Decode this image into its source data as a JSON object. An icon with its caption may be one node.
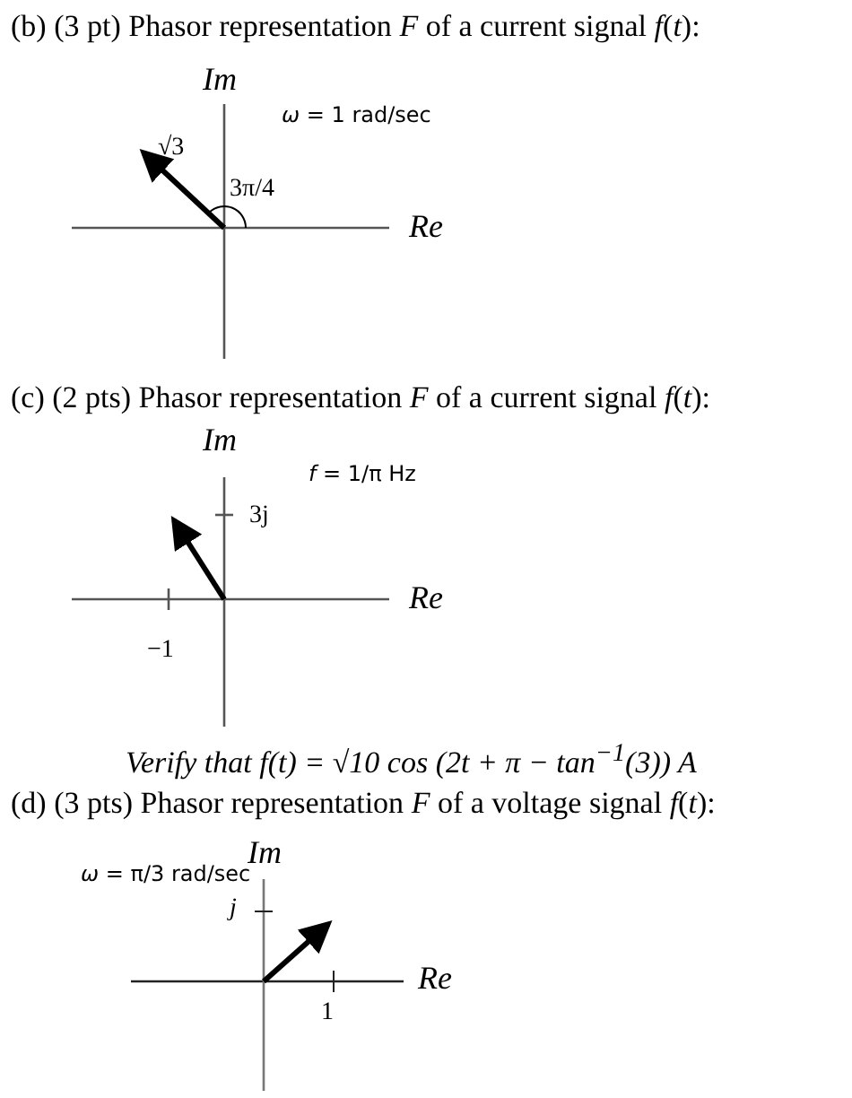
{
  "diagram": {
    "labels": [
      "(b) (3 pt) Phasor representation *F* of a current signal *f*(*t*):",
      "Im",
      "*ω* = 1 rad/sec",
      "√3",
      "3π/4",
      "Re",
      "(c) (2 pts) Phasor representation *F* of a current signal *f*(*t*):",
      "Im",
      "*f* = 1/π Hz",
      "3j",
      "Re",
      "−1",
      "Verify that f(t) = √10 cos (2t + π − tan$^{−1}$(3)) A",
      "(d) (3 pts) Phasor representation *F* of a voltage signal *f*(*t*):",
      "Im",
      "*ω* = π/3 rad/sec",
      "*j*",
      "Re",
      "1"
    ]
  }
}
